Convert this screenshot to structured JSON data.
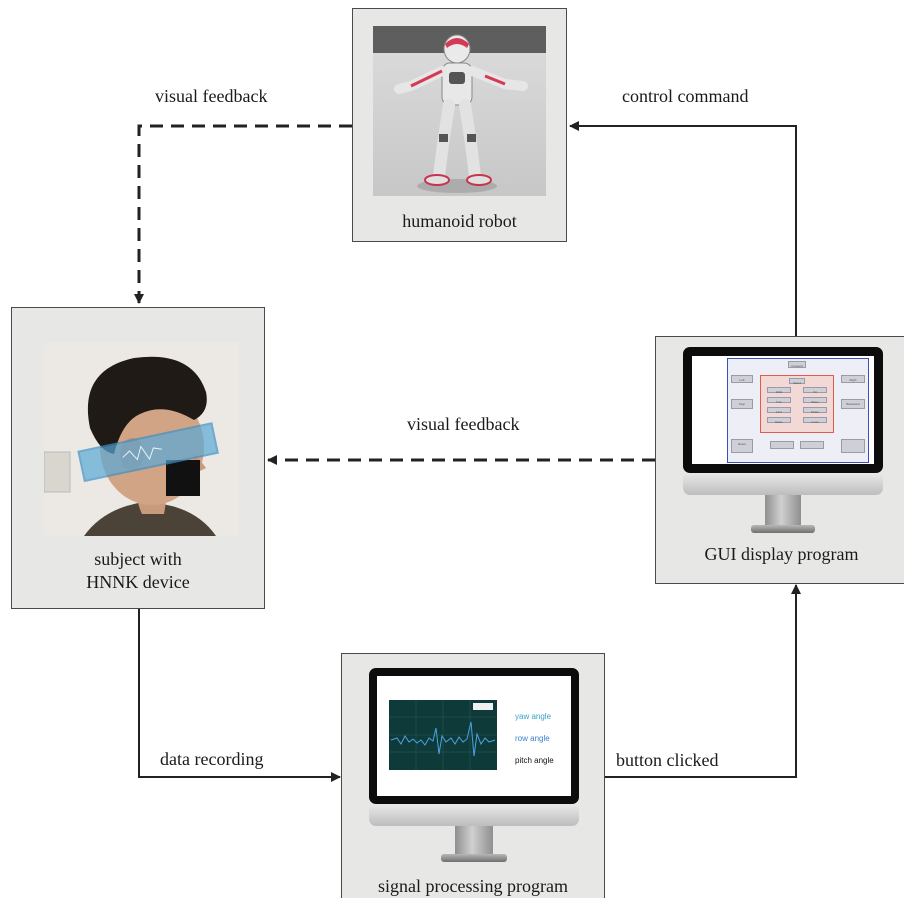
{
  "nodes": {
    "robot": {
      "caption": "humanoid robot"
    },
    "subject": {
      "caption_line1": "subject with",
      "caption_line2": "HNNK device"
    },
    "gui": {
      "caption": "GUI display program"
    },
    "signal": {
      "caption": "signal processing program"
    }
  },
  "edges": {
    "visual_feedback_top": "visual feedback",
    "control_command": "control command",
    "visual_feedback_mid": "visual feedback",
    "data_recording": "data recording",
    "button_clicked": "button clicked"
  },
  "signal_screen": {
    "legend": [
      "yaw angle",
      "row angle",
      "pitch angle"
    ],
    "legend_colors": [
      "#3aa0c8",
      "#3a7fd0",
      "#111111"
    ]
  },
  "gui_screen": {
    "buttons": [
      "Forward",
      "Left",
      "Right",
      "Stop",
      "Backward",
      "Stand",
      "Walk",
      "Sit",
      "Turn",
      "Wave",
      "Nod",
      "Shake",
      "Raise",
      "Lower",
      "Reset"
    ]
  },
  "colors": {
    "box_fill": "#e7e7e6",
    "arrow": "#222222",
    "device_band": "#5aa9d6",
    "gui_highlight": "#e35a4f",
    "gui_frame": "#3b4fb5"
  }
}
